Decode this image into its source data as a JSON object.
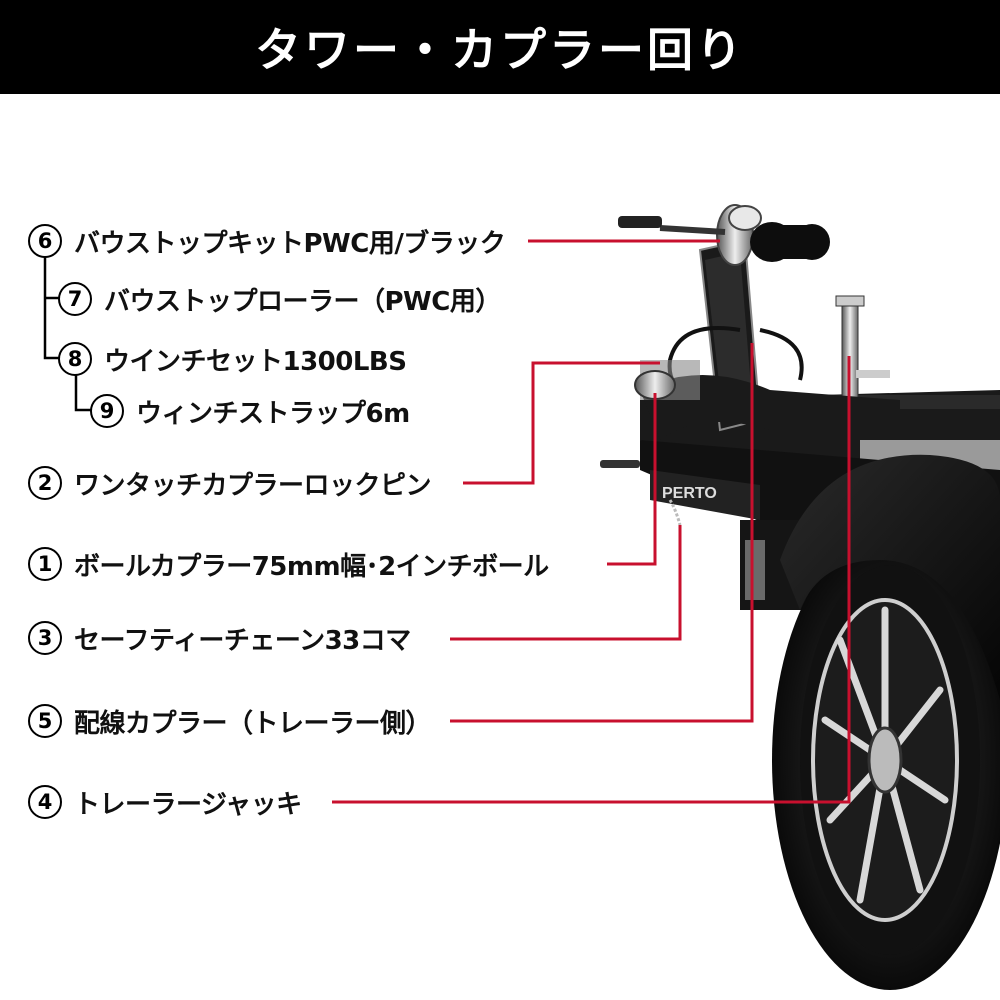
{
  "header": {
    "title": "タワー・カプラー回り"
  },
  "colors": {
    "header_bg": "#000000",
    "leader_red": "#c8102e",
    "bracket": "#000000"
  },
  "items": {
    "i6": {
      "num": "6",
      "label": "バウストップキットPWC用/ブラック"
    },
    "i7": {
      "num": "7",
      "label": "バウストップローラー（PWC用）"
    },
    "i8": {
      "num": "8",
      "label": "ウインチセット1300LBS"
    },
    "i9": {
      "num": "9",
      "label": "ウィンチストラップ6m"
    },
    "i2": {
      "num": "2",
      "label": "ワンタッチカプラーロックピン"
    },
    "i1": {
      "num": "1",
      "label": "ボールカプラー75mm幅･2インチボール"
    },
    "i3": {
      "num": "3",
      "label": "セーフティーチェーン33コマ"
    },
    "i5": {
      "num": "5",
      "label": "配線カプラー（トレーラー側）"
    },
    "i4": {
      "num": "4",
      "label": "トレーラージャッキ"
    }
  },
  "photo": {
    "fender_text": "PERTO"
  }
}
